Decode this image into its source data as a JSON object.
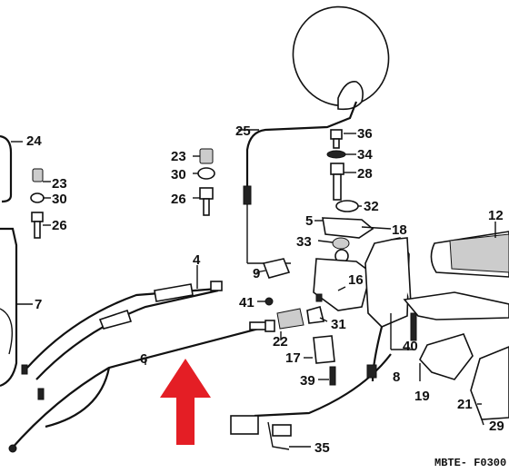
{
  "diagram": {
    "code": "MBTE- F0300",
    "callouts": [
      "24",
      "23",
      "30",
      "26",
      "7",
      "4",
      "6",
      "25",
      "36",
      "34",
      "28",
      "23",
      "30",
      "26",
      "32",
      "5",
      "18",
      "33",
      "12",
      "9",
      "16",
      "41",
      "22",
      "31",
      "17",
      "39",
      "40",
      "8",
      "19",
      "21",
      "29",
      "35"
    ],
    "arrow_color": "#e41e25"
  }
}
